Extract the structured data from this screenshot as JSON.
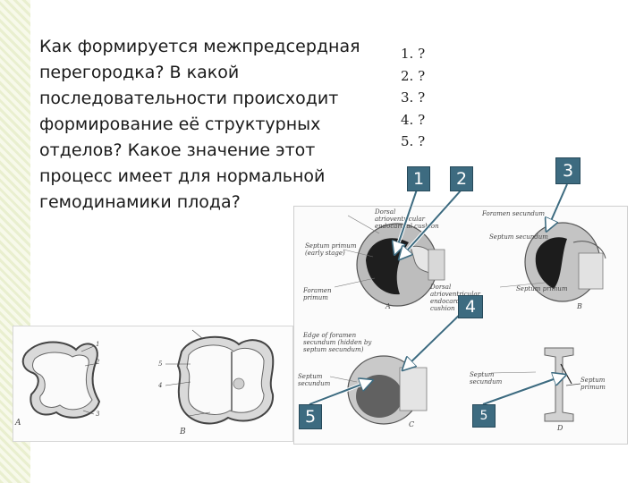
{
  "question": {
    "lines": [
      "Как формируется межпредсердная",
      "перегородка? В какой",
      "последовательности происходит",
      "формирование её структурных",
      "отделов? Какое значение этот",
      "процесс имеет для нормальной",
      "гемодинамики плода?"
    ]
  },
  "answers": [
    "1. ?",
    "2. ?",
    "3. ?",
    "4. ?",
    "5. ?"
  ],
  "callouts": {
    "c1": "1",
    "c2": "2",
    "c3": "3",
    "c4": "4",
    "c5a": "5",
    "c5b": "5"
  },
  "figure_labels": {
    "dorsal_cushion": "Dorsal atrioventricular endocardial cushion",
    "septum_primum_early": "Septum primum (early stage)",
    "foramen_primum": "Foramen primum",
    "dorsal_cushion_2": "Dorsal atrioventricular endocardial cushion",
    "panel_a": "A",
    "foramen_secundum_top": "Foramen secundum",
    "septum_secundum_top": "Septum secundum",
    "septum_primum_right": "Septum primum",
    "panel_b": "B",
    "edge_foramen": "Edge of foramen secundum (hidden by septum secundum)",
    "septum_secundum_c": "Septum secundum",
    "septum_secundum_d": "Septum secundum",
    "septum_primum_d": "Septum primum",
    "panel_c": "C",
    "panel_d": "D",
    "left_num_1": "1",
    "left_num_2": "2",
    "left_num_3": "3",
    "left_num_4": "4",
    "left_num_5": "5",
    "left_panel_a": "A",
    "left_panel_b": "B"
  },
  "colors": {
    "callout_bg": "#3d6b80",
    "callout_border": "#26495a",
    "stripe": "#e9efcf"
  }
}
